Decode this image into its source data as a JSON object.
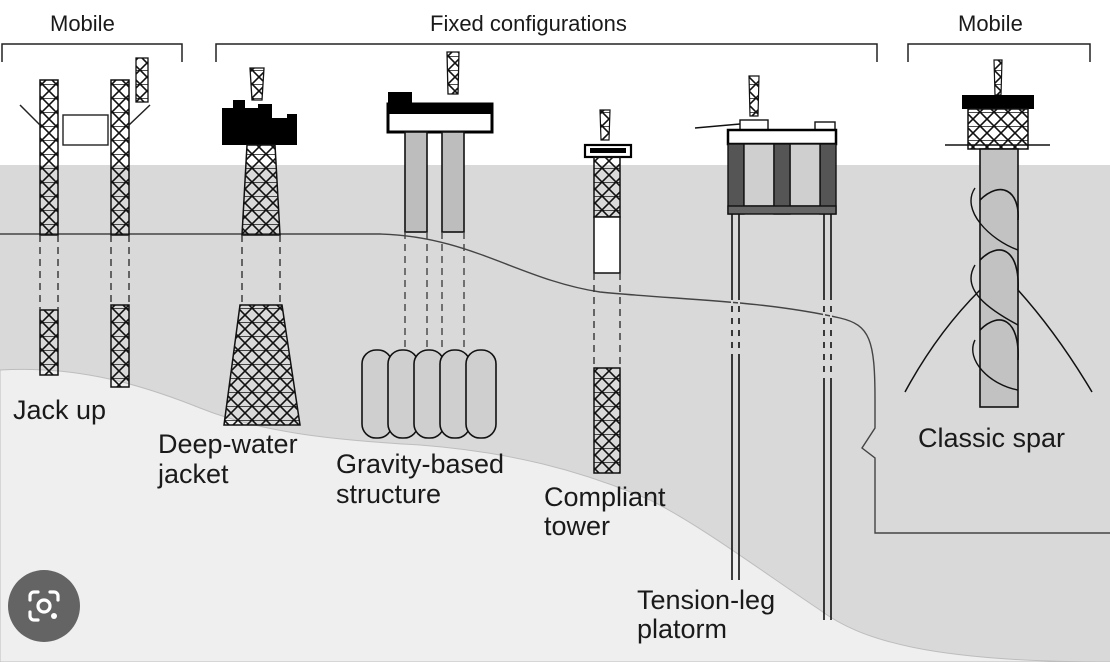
{
  "headers": {
    "mobile_left": "Mobile",
    "fixed": "Fixed configurations",
    "mobile_right": "Mobile"
  },
  "labels": {
    "jack_up": "Jack up",
    "deep_water_jacket_1": "Deep-water",
    "deep_water_jacket_2": "jacket",
    "gravity_based_1": "Gravity-based",
    "gravity_based_2": "structure",
    "compliant_tower_1": "Compliant",
    "compliant_tower_2": "tower",
    "tension_leg_1": "Tension-leg",
    "tension_leg_2": "platorm",
    "classic_spar": "Classic spar"
  },
  "overlay": {
    "icon": "google-lens-camera-icon"
  },
  "colors": {
    "water": "#d9d9d9",
    "seabed": "#efefef",
    "line": "#1a1a1a",
    "deck": "#000000"
  }
}
